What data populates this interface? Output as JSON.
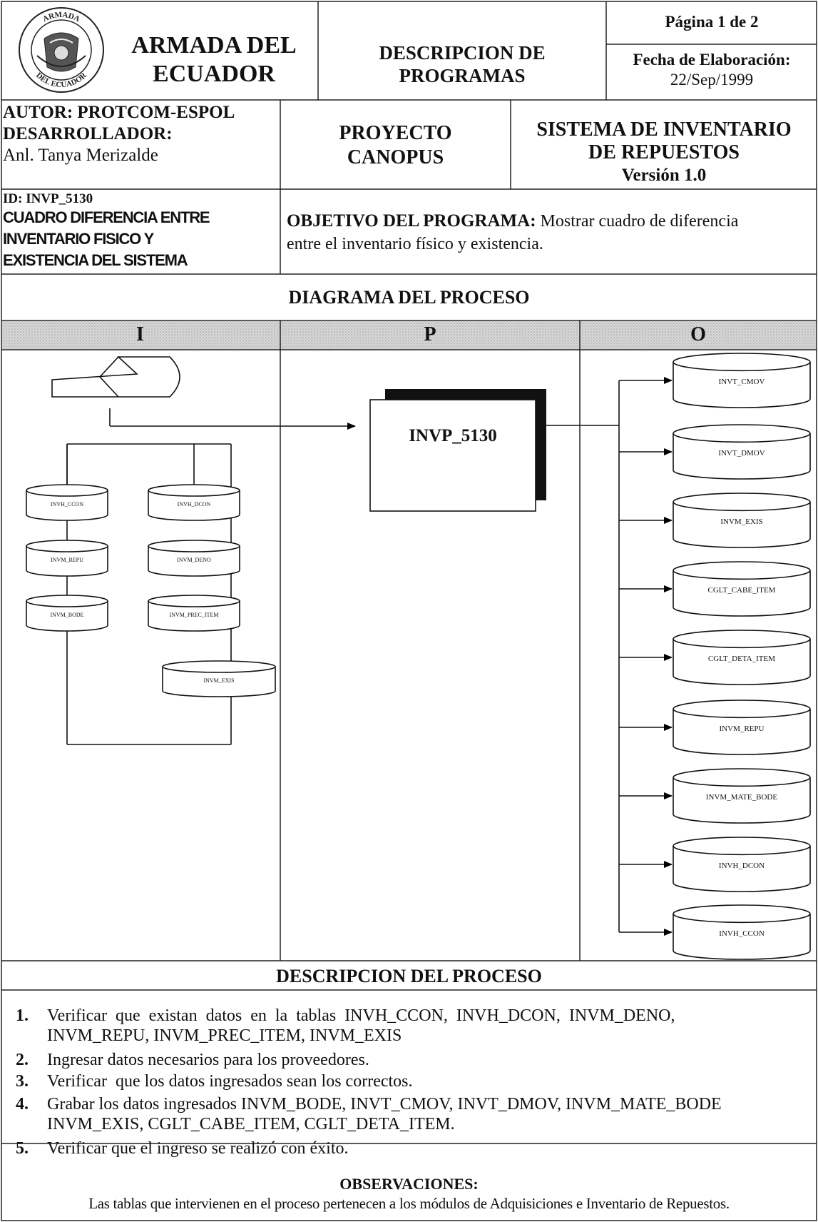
{
  "header": {
    "org_line1": "ARMADA DEL",
    "org_line2": "ECUADOR",
    "logo_top_text": "ARMADA",
    "logo_bottom_text": "DEL ECUADOR",
    "doc_type_line1": "DESCRIPCION DE",
    "doc_type_line2": "PROGRAMAS",
    "page_label": "Página 1 de 2",
    "date_label": "Fecha de Elaboración:",
    "date_value": "22/Sep/1999"
  },
  "authors": {
    "autor": "AUTOR: PROTCOM-ESPOL",
    "desarrollador_label": "DESARROLLADOR:",
    "desarrollador": "Anl. Tanya Merizalde",
    "project_line1": "PROYECTO",
    "project_line2": "CANOPUS",
    "system_line1": "SISTEMA DE INVENTARIO",
    "system_line2": "DE REPUESTOS",
    "version": "Versión 1.0"
  },
  "program": {
    "id_line": "ID:  INVP_5130",
    "name_line1": "CUADRO DIFERENCIA ENTRE",
    "name_line2": "INVENTARIO FISICO Y",
    "name_line3": "EXISTENCIA DEL SISTEMA",
    "objective_label": "OBJETIVO DEL PROGRAMA:",
    "objective_text1": "Mostrar cuadro de diferencia",
    "objective_text2": "entre el inventario físico y existencia."
  },
  "diagram": {
    "title": "DIAGRAMA DEL PROCESO",
    "col_i": "I",
    "col_p": "P",
    "col_o": "O",
    "process_box": "INVP_5130",
    "inputs": [
      "INVH_CCON",
      "INVH_DCON",
      "INVM_REPU",
      "INVM_DENO",
      "INVM_BODE",
      "INVM_PREC_ITEM",
      "INVM_EXIS"
    ],
    "outputs": [
      "INVT_CMOV",
      "INVT_DMOV",
      "INVM_EXIS",
      "CGLT_CABE_ITEM",
      "CGLT_DETA_ITEM",
      "INVM_REPU",
      "INVM_MATE_BODE",
      "INVH_DCON",
      "INVH_CCON"
    ]
  },
  "description": {
    "title": "DESCRIPCION DEL PROCESO",
    "steps": [
      {
        "num": "1.",
        "line1": "Verificar  que  existan  datos  en  la  tablas  INVH_CCON,  INVH_DCON,  INVM_DENO,",
        "line2": "INVM_REPU, INVM_PREC_ITEM, INVM_EXIS"
      },
      {
        "num": "2.",
        "line1": "Ingresar datos necesarios para los proveedores.",
        "line2": ""
      },
      {
        "num": "3.",
        "line1": "Verificar  que los datos ingresados sean los correctos.",
        "line2": ""
      },
      {
        "num": "4.",
        "line1": "Grabar los datos ingresados INVM_BODE, INVT_CMOV, INVT_DMOV, INVM_MATE_BODE",
        "line2": "INVM_EXIS, CGLT_CABE_ITEM, CGLT_DETA_ITEM."
      },
      {
        "num": "5.",
        "line1": "Verificar que el ingreso se realizó con éxito.",
        "line2": ""
      }
    ]
  },
  "observations": {
    "title": "OBSERVACIONES:",
    "text": "Las tablas que intervienen en el proceso pertenecen a los módulos de Adquisiciones e  Inventario de Repuestos."
  }
}
